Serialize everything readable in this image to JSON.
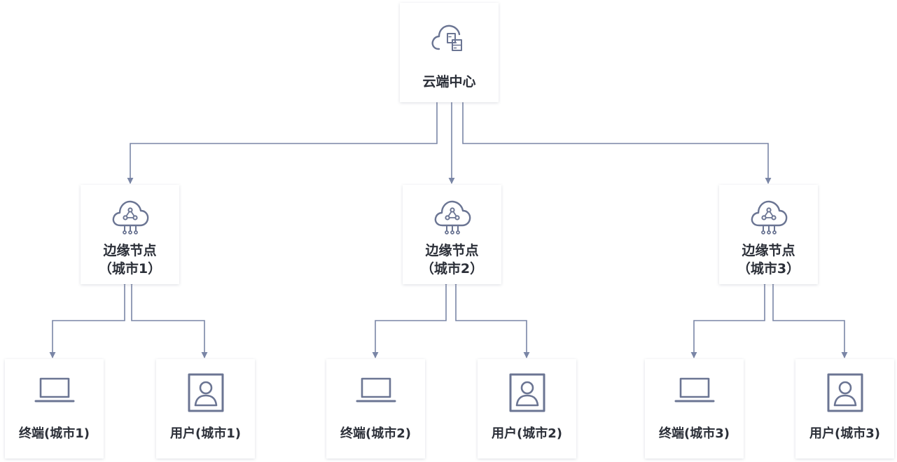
{
  "diagram": {
    "cloud": {
      "label": "云端中心",
      "icon": "cloud-server-icon"
    },
    "edges": [
      {
        "line1": "边缘节点",
        "line2": "（城市1）",
        "icon": "edge-cloud-node-icon"
      },
      {
        "line1": "边缘节点",
        "line2": "（城市2）",
        "icon": "edge-cloud-node-icon"
      },
      {
        "line1": "边缘节点",
        "line2": "（城市3）",
        "icon": "edge-cloud-node-icon"
      }
    ],
    "terminals": [
      {
        "label": "终端(城市1)",
        "icon": "laptop-icon"
      },
      {
        "label": "终端(城市2)",
        "icon": "laptop-icon"
      },
      {
        "label": "终端(城市3)",
        "icon": "laptop-icon"
      }
    ],
    "users": [
      {
        "label": "用户(城市1)",
        "icon": "user-portrait-icon"
      },
      {
        "label": "用户(城市2)",
        "icon": "user-portrait-icon"
      },
      {
        "label": "用户(城市3)",
        "icon": "user-portrait-icon"
      }
    ]
  },
  "colors": {
    "connector": "#7a86a6",
    "icon": "#6b7593",
    "text": "#2b2f38"
  }
}
